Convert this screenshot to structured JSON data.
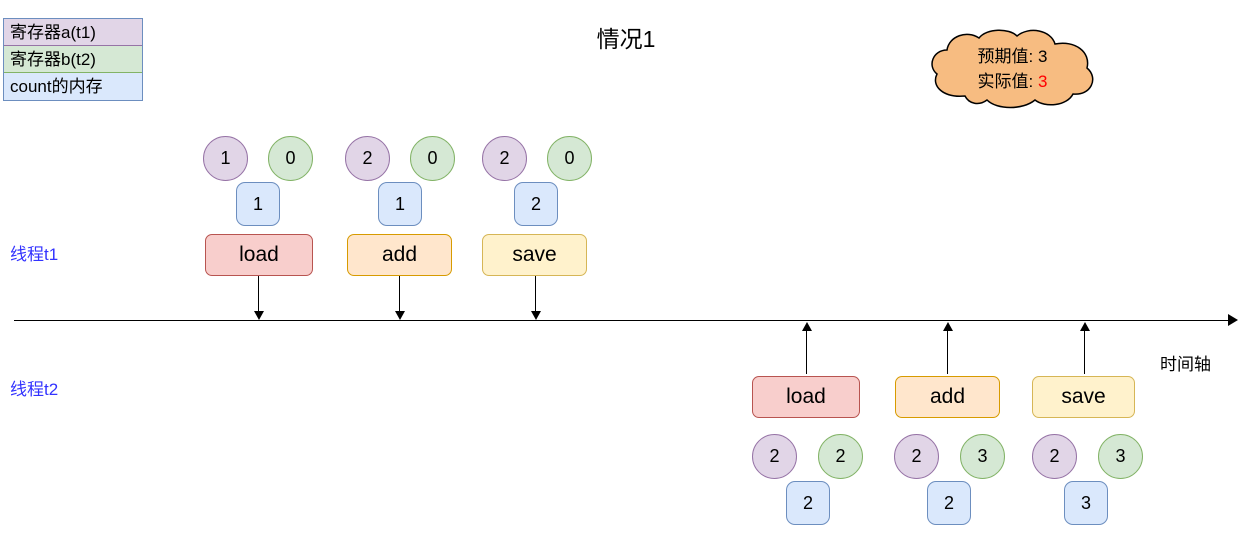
{
  "title": "情况1",
  "legend": {
    "rows": [
      {
        "label": "寄存器a(t1)",
        "color": "#e1d5e7"
      },
      {
        "label": "寄存器b(t2)",
        "color": "#d5e8d4"
      },
      {
        "label": "count的内存",
        "color": "#dae8fc"
      }
    ]
  },
  "cloud": {
    "expected_label": "预期值: ",
    "expected_value": "3",
    "actual_label": "实际值: ",
    "actual_value": "3",
    "fill": "#f7bc81",
    "actual_value_color": "#ff0000"
  },
  "axis": {
    "label": "时间轴"
  },
  "threads": [
    {
      "name": "线程t1",
      "label_color": "#3333ff",
      "steps": [
        {
          "op": "load",
          "kind": "load",
          "reg_a": "1",
          "reg_b": "0",
          "memory": "1"
        },
        {
          "op": "add",
          "kind": "add",
          "reg_a": "2",
          "reg_b": "0",
          "memory": "1"
        },
        {
          "op": "save",
          "kind": "save",
          "reg_a": "2",
          "reg_b": "0",
          "memory": "2"
        }
      ]
    },
    {
      "name": "线程t2",
      "label_color": "#3333ff",
      "steps": [
        {
          "op": "load",
          "kind": "load",
          "reg_a": "2",
          "reg_b": "2",
          "memory": "2"
        },
        {
          "op": "add",
          "kind": "add",
          "reg_a": "2",
          "reg_b": "3",
          "memory": "2"
        },
        {
          "op": "save",
          "kind": "save",
          "reg_a": "2",
          "reg_b": "3",
          "memory": "3"
        }
      ]
    }
  ],
  "colors": {
    "load_fill": "#f8cecc",
    "load_stroke": "#b85450",
    "add_fill": "#ffe6cc",
    "add_stroke": "#d79b00",
    "save_fill": "#fff2cc",
    "save_stroke": "#d6b656",
    "reg_a_fill": "#e1d5e7",
    "reg_b_fill": "#d5e8d4",
    "mem_fill": "#dae8fc"
  }
}
